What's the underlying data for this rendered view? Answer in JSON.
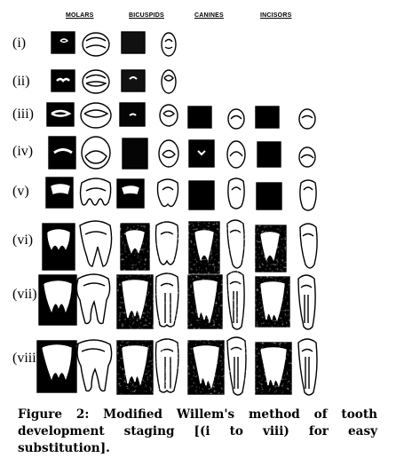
{
  "columns": [
    "MOLARS",
    "BICUSPIDS",
    "CANINES",
    "INCISORS"
  ],
  "stages": [
    "(i)",
    "(ii)",
    "(iii)",
    "(iv)",
    "(v)",
    "(vi)",
    "(vii)",
    "(viii)"
  ],
  "caption": "Figure 2: Modified Willem's method of tooth development staging [(i to viii) for easy substitution]."
}
